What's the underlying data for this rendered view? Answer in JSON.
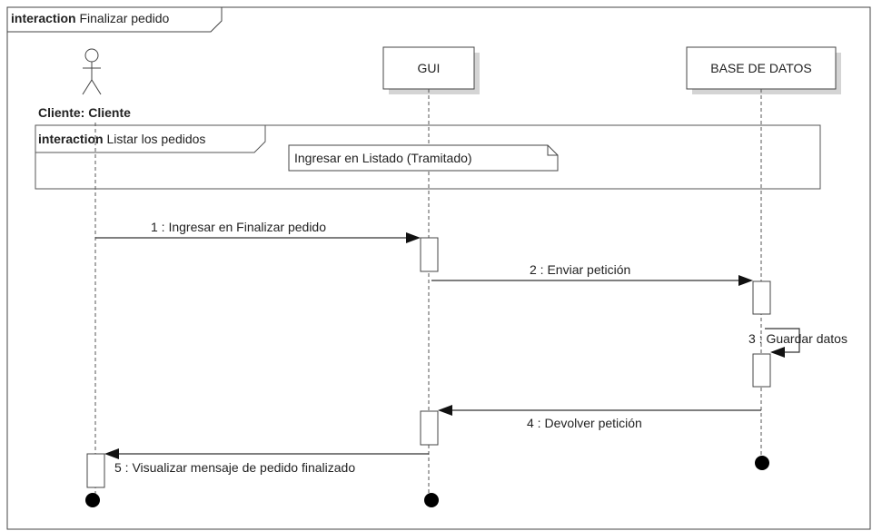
{
  "frame": {
    "keyword": "interaction",
    "name": "Finalizar pedido"
  },
  "actor": {
    "label": "Cliente: Cliente"
  },
  "lifelines": [
    {
      "id": "gui",
      "label": "GUI"
    },
    {
      "id": "db",
      "label": "BASE DE DATOS"
    }
  ],
  "ref_frame": {
    "keyword": "interaction",
    "name": "Listar los pedidos",
    "note": "Ingresar en Listado (Tramitado)"
  },
  "messages": [
    {
      "label": "1 : Ingresar en Finalizar pedido"
    },
    {
      "label": "2 : Enviar petición"
    },
    {
      "label": "3 : Guardar datos"
    },
    {
      "label": "4 : Devolver petición"
    },
    {
      "label": "5 : Visualizar mensaje de pedido finalizado"
    }
  ],
  "colors": {
    "line": "#333333",
    "shadow": "#d4d4d4",
    "text": "#222222"
  }
}
